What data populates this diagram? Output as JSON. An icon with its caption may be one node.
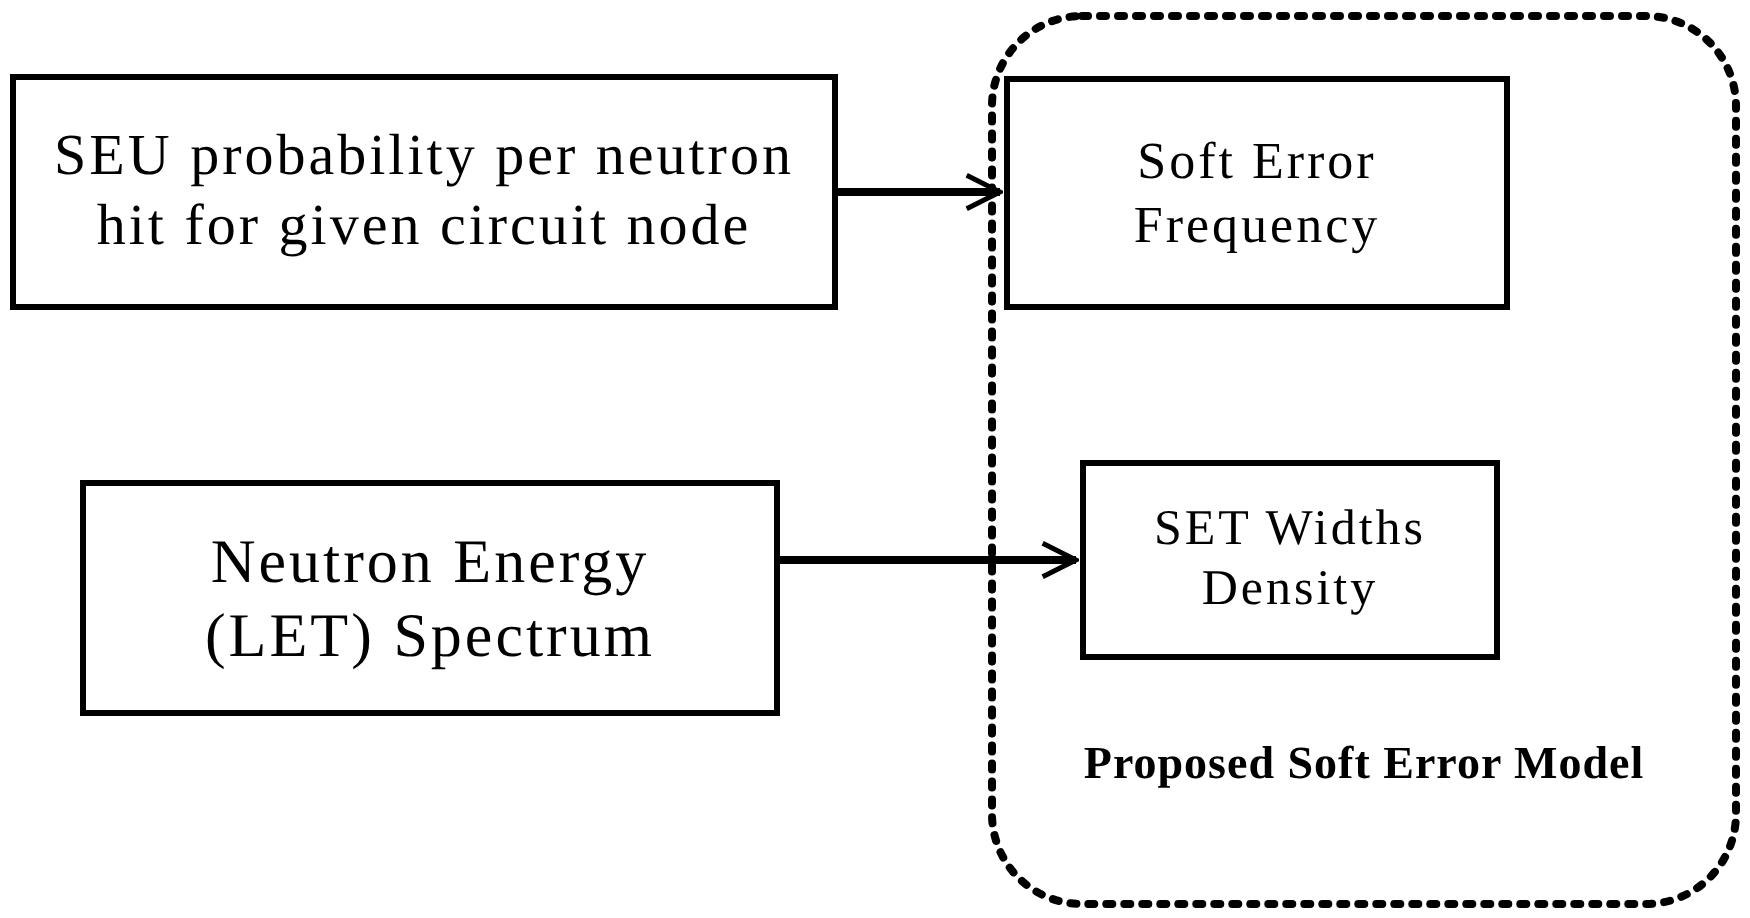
{
  "diagram": {
    "nodes": [
      {
        "text": [
          "SEU probability per neutron hit for given circuit node"
        ]
      },
      {
        "text": [
          "Neutron Energy (LET) Spectrum"
        ]
      },
      {
        "text": [
          "Proposed Soft Error Model"
        ]
      },
      {
        "text": [
          "Soft Error Frequency"
        ],
        "in": 2
      },
      {
        "text": [
          "SET Widths Density"
        ],
        "in": 2
      }
    ],
    "edges": [
      {
        "from": 0,
        "to": 3,
        "arrow": "to"
      },
      {
        "from": 1,
        "to": 4,
        "arrow": "to"
      }
    ]
  }
}
